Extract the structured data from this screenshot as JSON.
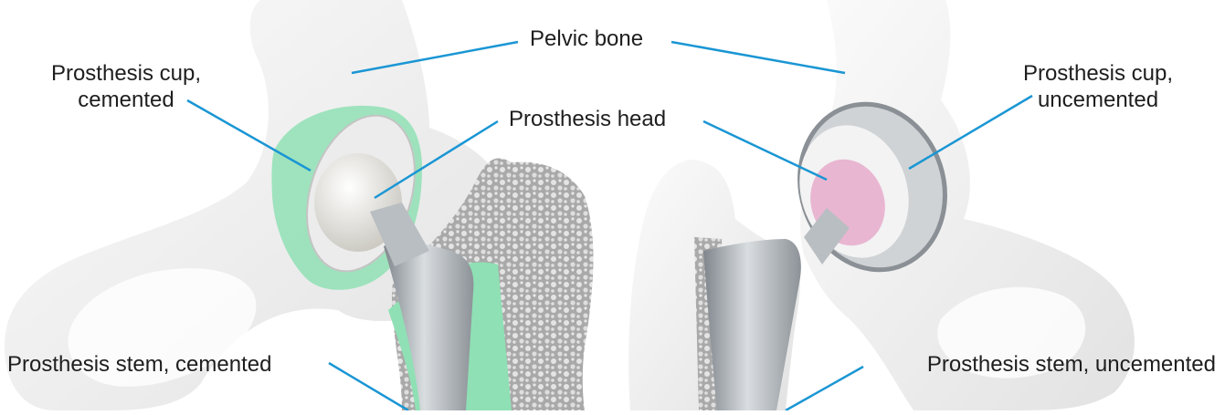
{
  "labels": {
    "pelvic_bone": "Pelvic bone",
    "cup_cemented": {
      "line1": "Prosthesis cup,",
      "line2": "cemented"
    },
    "cup_uncemented": {
      "line1": "Prosthesis cup,",
      "line2": "uncemented"
    },
    "head": "Prosthesis head",
    "stem_cemented": "Prosthesis stem, cemented",
    "stem_uncemented": "Prosthesis stem, uncemented"
  },
  "colors": {
    "leader_line": "#1a96d4",
    "cement": "#8fe0b4",
    "bone": "#eeeeee",
    "metal": "#a9aeb3",
    "ceramic_insert": "#e9b6d2",
    "text": "#1e1e1e"
  },
  "icons": {
    "left_illustration": "cemented-hip-prosthesis-illustration",
    "right_illustration": "uncemented-hip-prosthesis-illustration"
  }
}
